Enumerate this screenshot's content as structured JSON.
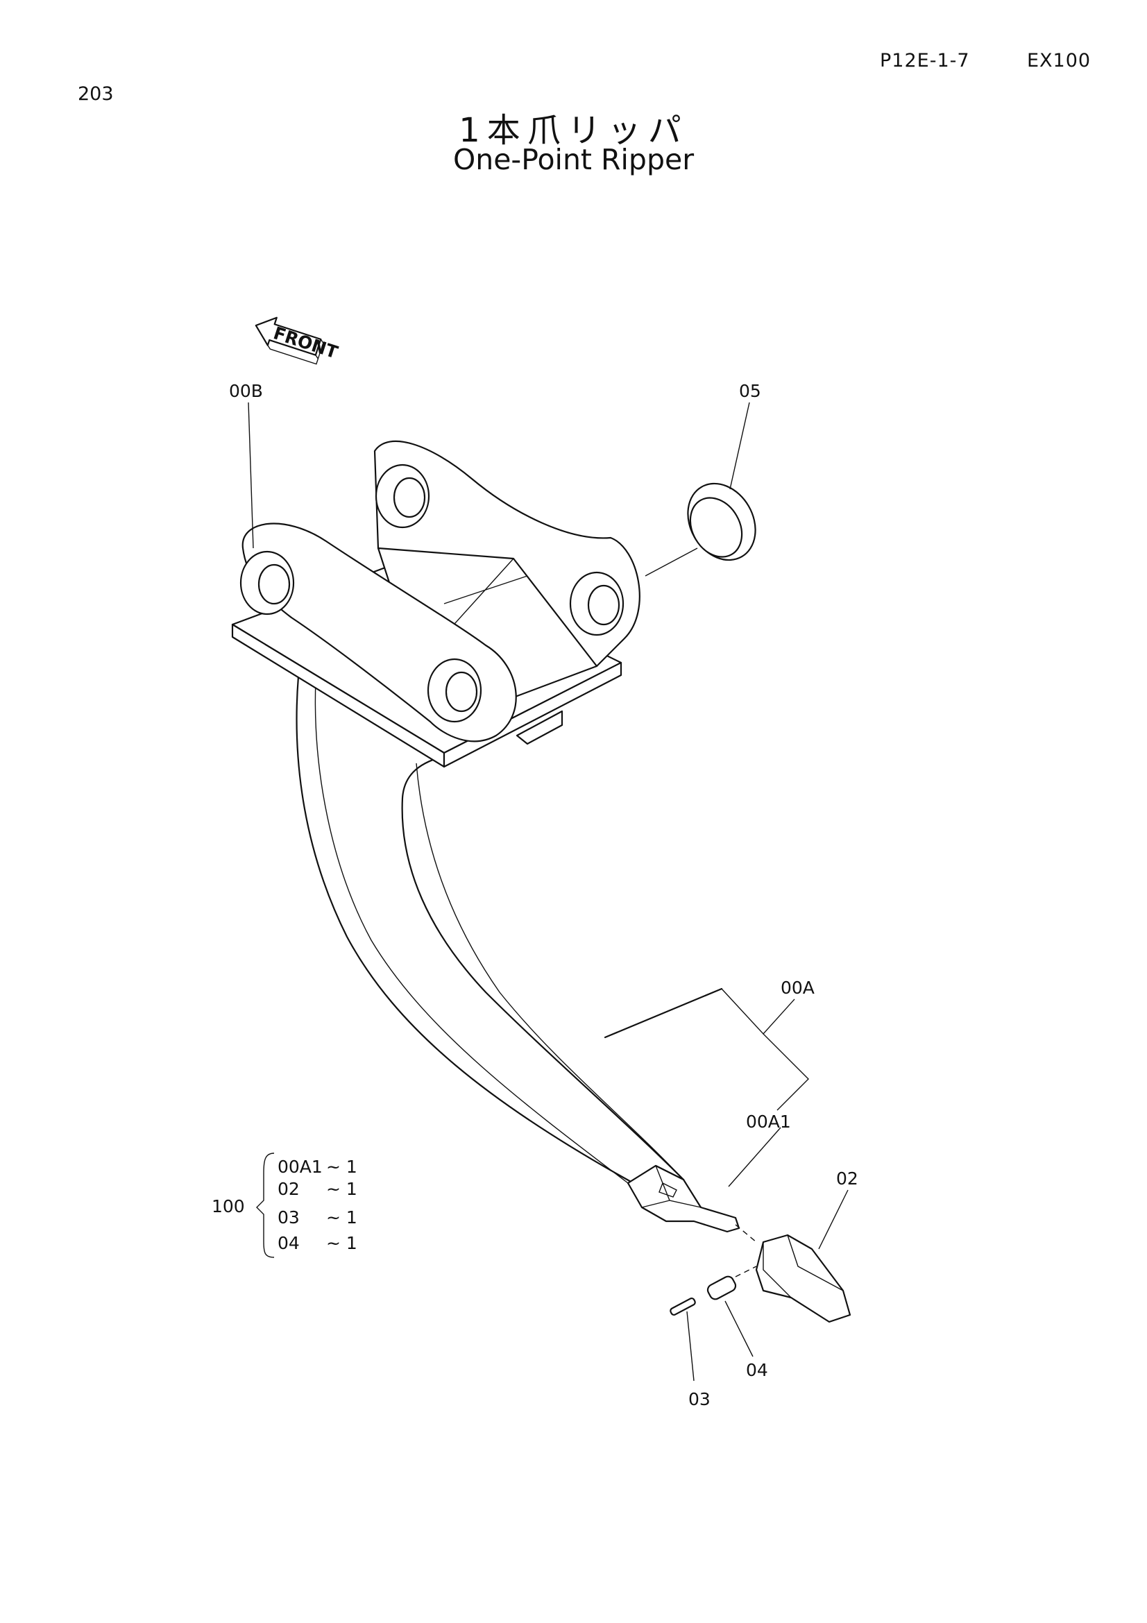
{
  "header": {
    "page_number": "203",
    "doc_ref": "P12E-1-7",
    "model": "EX100"
  },
  "title": {
    "japanese": "1本爪リッパ",
    "english": "One-Point Ripper"
  },
  "diagram": {
    "front_indicator": "FRONT",
    "callouts": {
      "bracket": "00B",
      "bushing": "05",
      "shank": "00A",
      "protector": "00A1",
      "tooth_point": "02",
      "lock_pin": "03",
      "rubber_lock": "04"
    },
    "kit": {
      "number": "100",
      "items": [
        {
          "part": "00A1",
          "qty": "~ 1"
        },
        {
          "part": "02",
          "qty": "~ 1"
        },
        {
          "part": "03",
          "qty": "~ 1"
        },
        {
          "part": "04",
          "qty": "~ 1"
        }
      ]
    }
  }
}
